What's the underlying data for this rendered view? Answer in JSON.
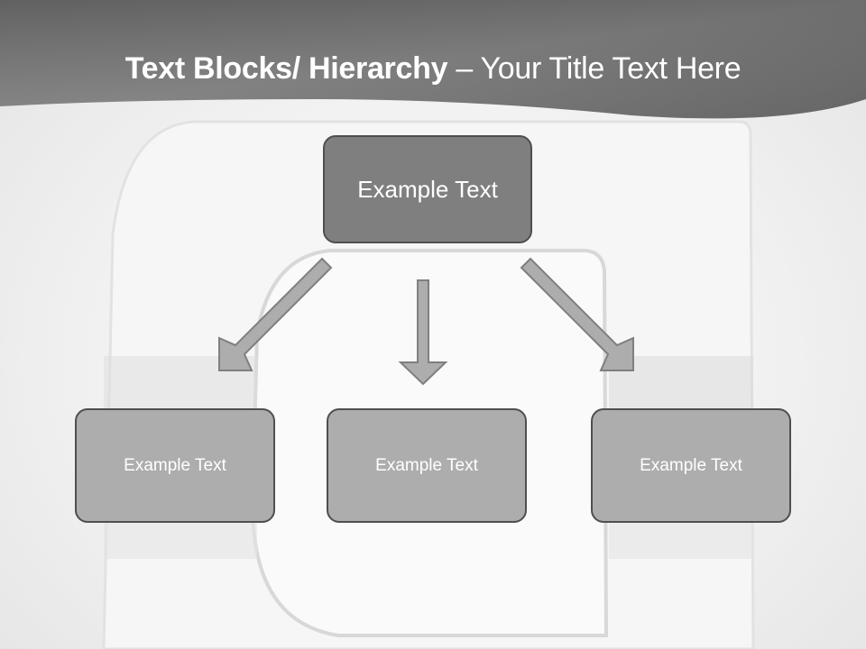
{
  "slide": {
    "title_bold": "Text Blocks/ Hierarchy",
    "title_separator": " – ",
    "title_regular": "Your Title Text Here"
  },
  "diagram": {
    "root": {
      "label": "Example Text"
    },
    "children": [
      {
        "label": "Example Text"
      },
      {
        "label": "Example Text"
      },
      {
        "label": "Example Text"
      }
    ]
  },
  "colors": {
    "header_dark": "#5a5a5a",
    "header_light": "#8c8c8c",
    "root_fill": "#7f7f7f",
    "child_fill": "#adadad",
    "box_border": "#4f4f4f",
    "arrow_fill": "#adadad",
    "arrow_stroke": "#7f7f7f"
  }
}
